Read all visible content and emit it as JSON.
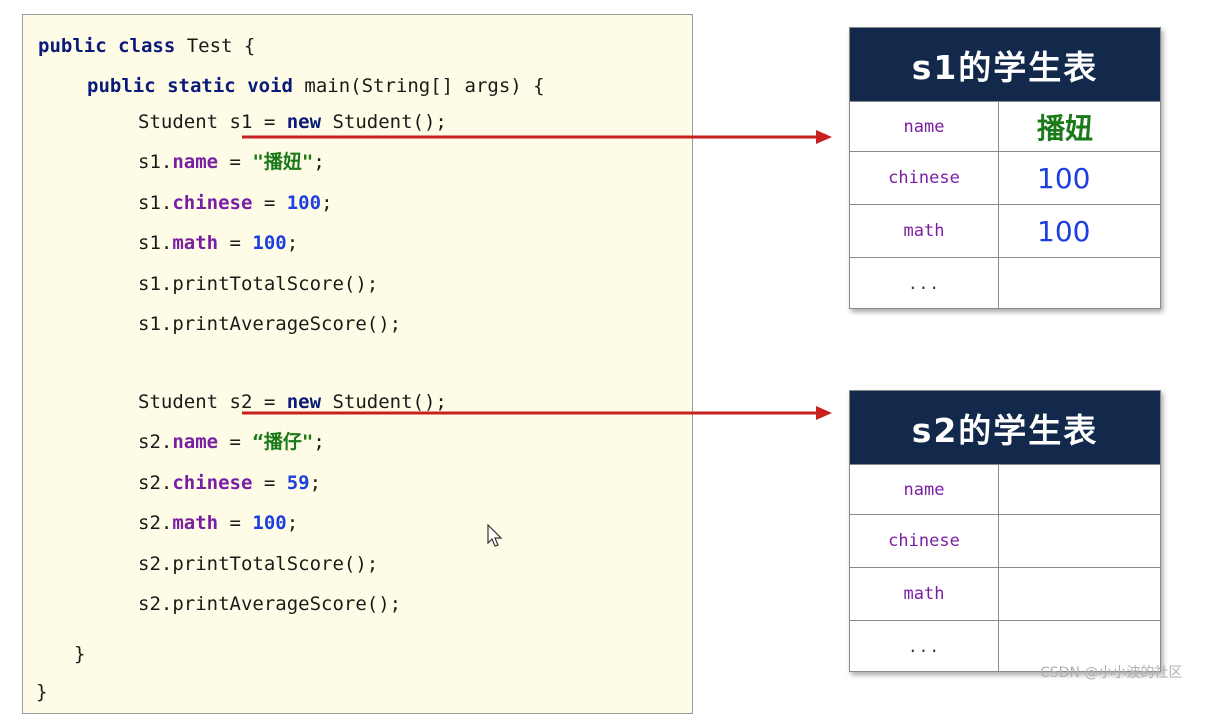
{
  "code": {
    "l1": {
      "kw1": "public",
      "kw2": "class",
      "rest": " Test {"
    },
    "l2": {
      "kw1": "public",
      "kw2": "static",
      "kw3": "void",
      "rest": " main(String[] args) {"
    },
    "l3": {
      "a": "Student s1 = ",
      "kw": "new",
      "b": " Student();"
    },
    "l4": {
      "a": "s1.",
      "f": "name",
      "b": " = ",
      "s": "\"播妞\"",
      "c": ";"
    },
    "l5": {
      "a": "s1.",
      "f": "chinese",
      "b": " = ",
      "n": "100",
      "c": ";"
    },
    "l6": {
      "a": "s1.",
      "f": "math",
      "b": " = ",
      "n": "100",
      "c": ";"
    },
    "l7": "s1.printTotalScore();",
    "l8": "s1.printAverageScore();",
    "l9": {
      "a": "Student s2 = ",
      "kw": "new",
      "b": " Student();"
    },
    "l10": {
      "a": "s2.",
      "f": "name",
      "b": " = ",
      "s": "“播仔\"",
      "c": ";"
    },
    "l11": {
      "a": "s2.",
      "f": "chinese",
      "b": " = ",
      "n": "59",
      "c": ";"
    },
    "l12": {
      "a": "s2.",
      "f": "math",
      "b": " = ",
      "n": "100",
      "c": ";"
    },
    "l13": "s2.printTotalScore();",
    "l14": "s2.printAverageScore();",
    "l15": "}",
    "l16": "}"
  },
  "tables": {
    "s1": {
      "title": "s1的学生表",
      "rows": [
        {
          "key": "name",
          "value": "播妞"
        },
        {
          "key": "chinese",
          "value": "100"
        },
        {
          "key": "math",
          "value": "100"
        },
        {
          "key": "...",
          "value": ""
        }
      ]
    },
    "s2": {
      "title": "s2的学生表",
      "rows": [
        {
          "key": "name",
          "value": ""
        },
        {
          "key": "chinese",
          "value": ""
        },
        {
          "key": "math",
          "value": ""
        },
        {
          "key": "...",
          "value": ""
        }
      ]
    }
  },
  "watermark": "CSDN @小小波的社区",
  "colors": {
    "arrow": "#c8201e",
    "header_bg": "#13294b",
    "panel_bg": "#fefce6"
  }
}
